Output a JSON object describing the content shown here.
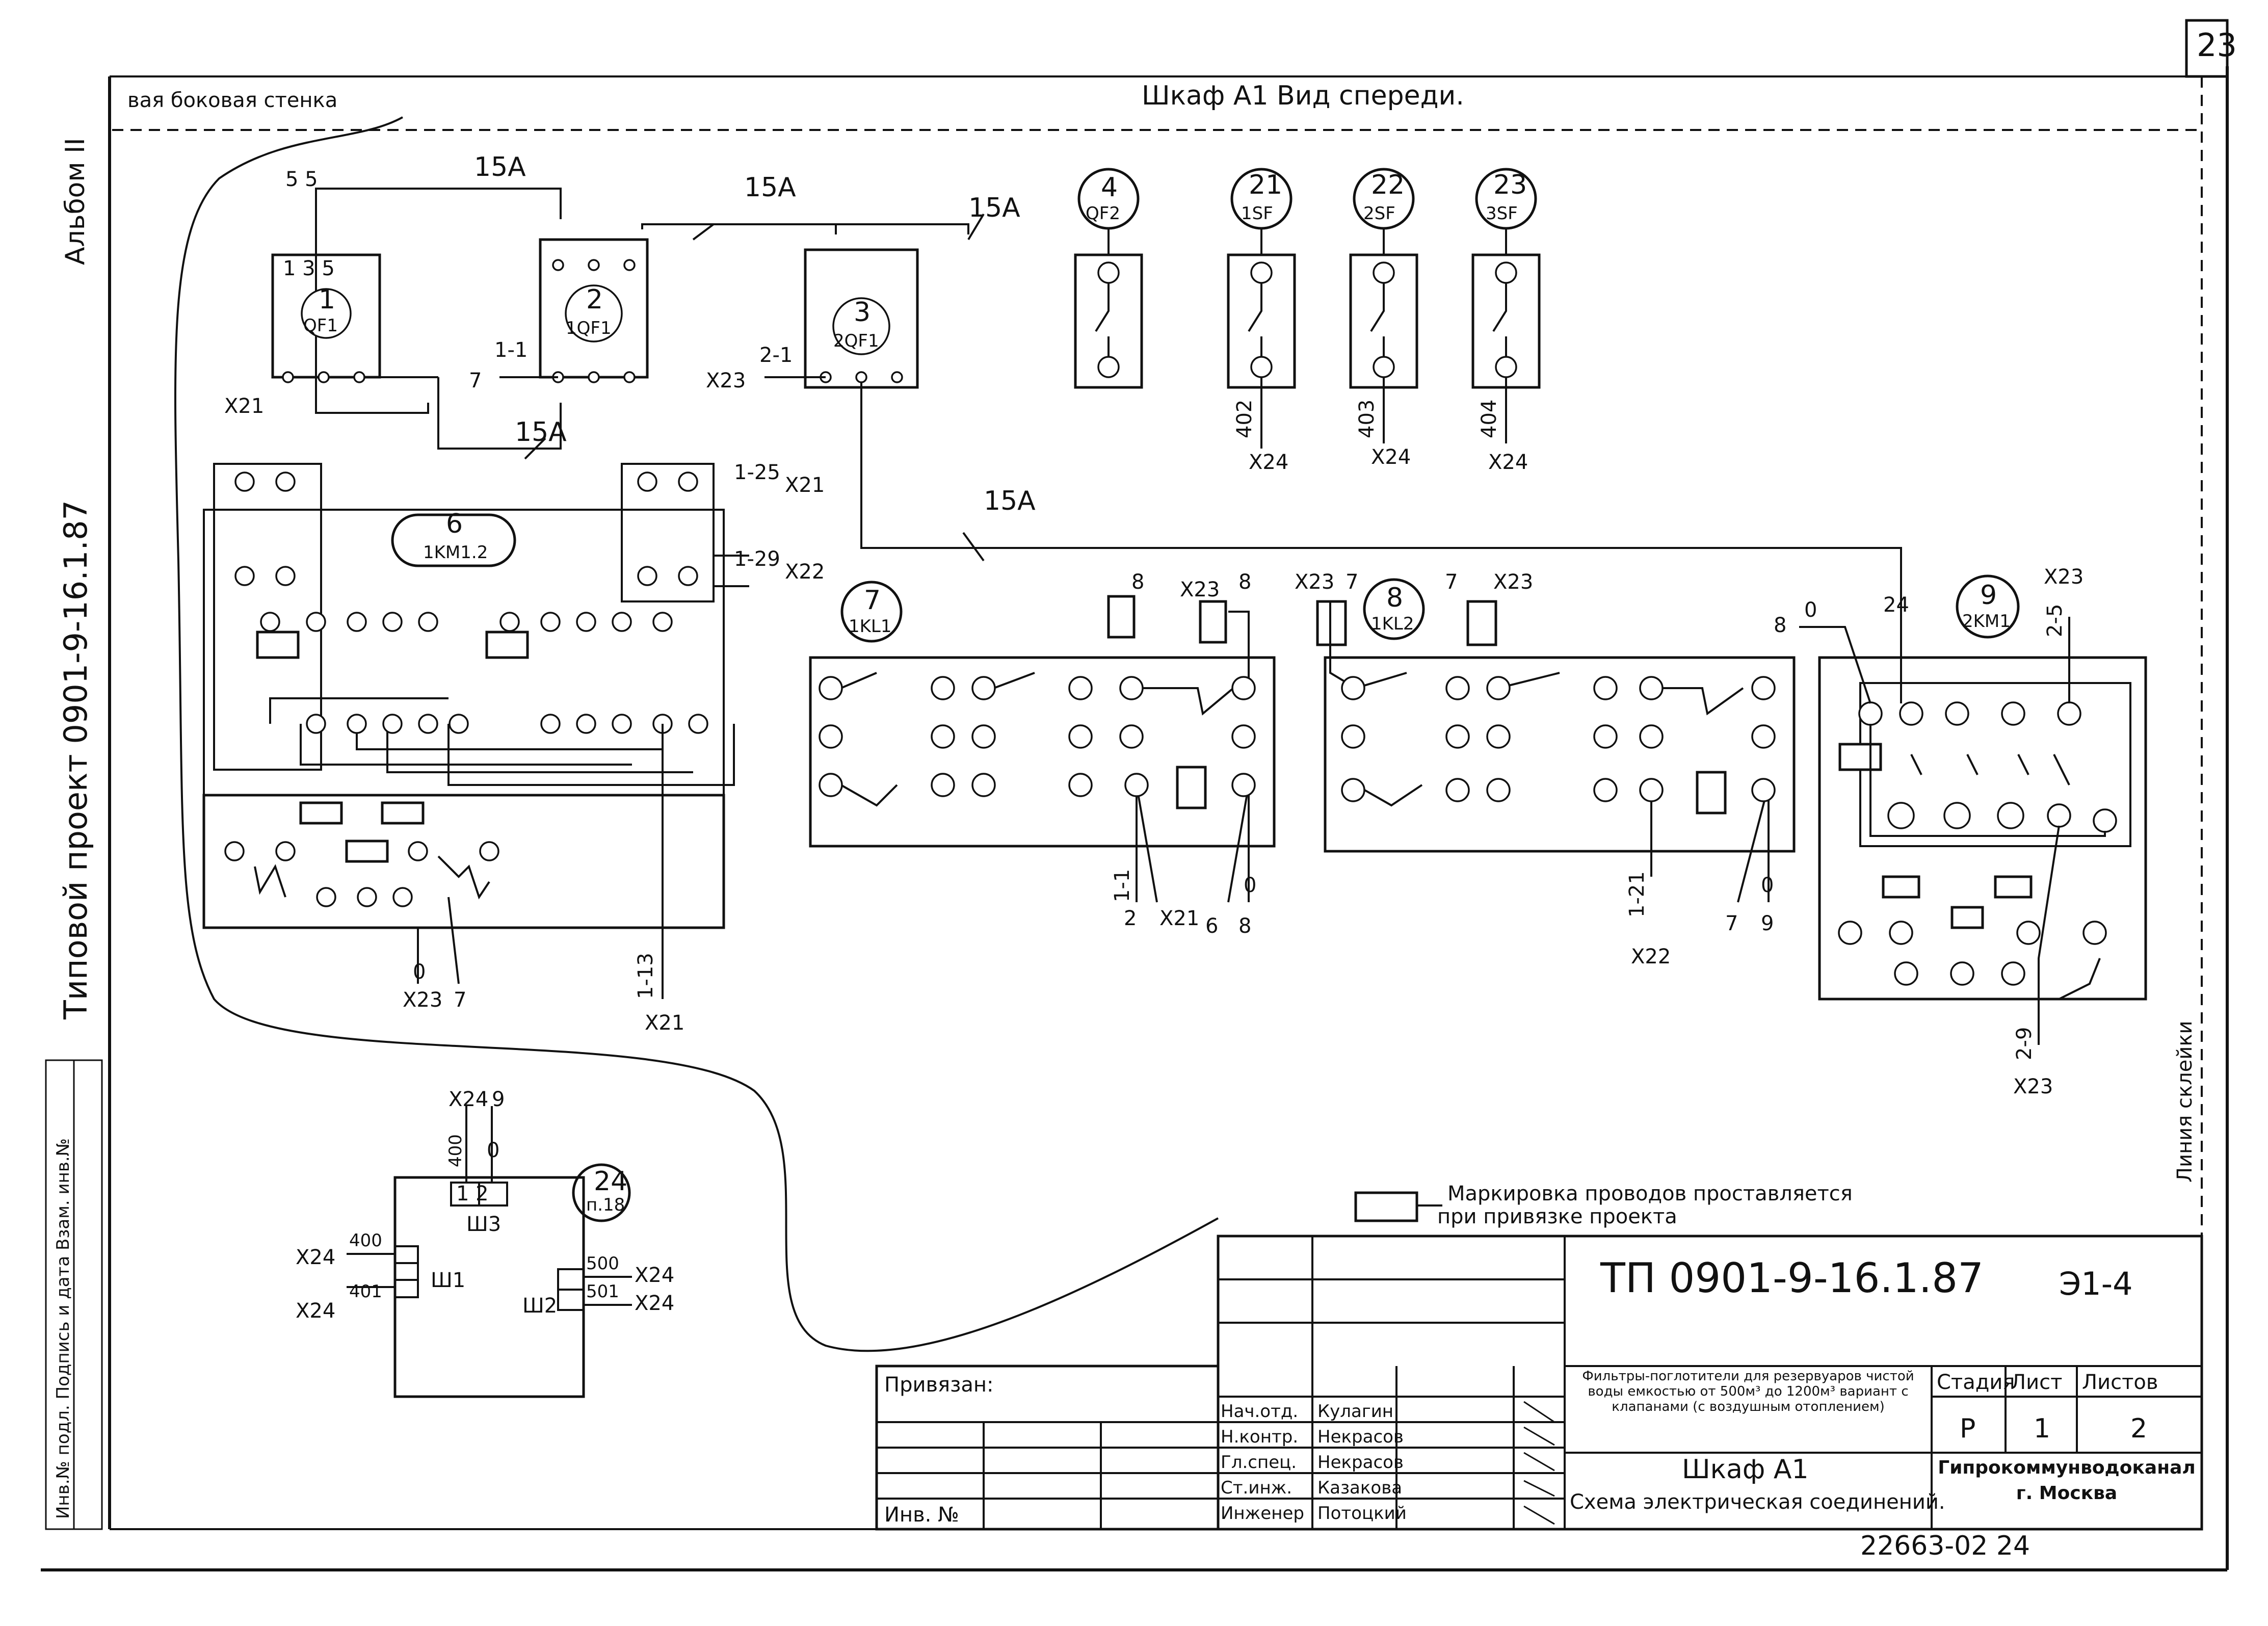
{
  "sheet": {
    "page_number": "23",
    "header_left": "вая  боковая  стенка",
    "header_title": "Шкаф А1  Вид  спереди.",
    "side_album": "Альбом II",
    "side_project": "Типовой  проект 0901-9-16.1.87",
    "side_stamp": "Инв.№ подл. Подпись и дата Взам. инв.№",
    "glue_line": "Линия  склейки",
    "note_line1": "Маркировка  проводов  проставляется",
    "note_line2": "при привязке  проекта"
  },
  "devices": {
    "qf1": {
      "num": "1",
      "code": "QF1"
    },
    "qf2_1": {
      "num": "2",
      "code": "1QF1"
    },
    "qf3": {
      "num": "3",
      "code": "2QF1"
    },
    "qf4": {
      "num": "4",
      "code": "QF2"
    },
    "sf21": {
      "num": "21",
      "code": "1SF"
    },
    "sf22": {
      "num": "22",
      "code": "2SF"
    },
    "sf23": {
      "num": "23",
      "code": "3SF"
    },
    "km6": {
      "num": "6",
      "code": "1KM1.2"
    },
    "kl7": {
      "num": "7",
      "code": "1KL1"
    },
    "kl8": {
      "num": "8",
      "code": "1KL2"
    },
    "km9": {
      "num": "9",
      "code": "2KM1"
    },
    "x24": {
      "num": "24",
      "code": "п.18"
    }
  },
  "wires": {
    "w15a": "15А",
    "w402": "402",
    "w403": "403",
    "w404": "404",
    "x21": "X21",
    "x22": "X22",
    "x23": "X23",
    "x24": "X24",
    "w1_1": "1-1",
    "w2_1": "2-1",
    "w1_25": "1-25",
    "w1_29": "1-29",
    "w1_13": "1-13",
    "w1_21": "1-21",
    "w2_5": "2-5",
    "w2_9": "2-9",
    "n0": "0",
    "n2": "2",
    "n6": "6",
    "n7": "7",
    "n8": "8",
    "n9": "9",
    "n24": "24",
    "w400": "400",
    "w401": "401",
    "w500": "500",
    "w501": "501"
  },
  "connector": {
    "sh1": "Ш1",
    "sh2": "Ш2",
    "sh3": "Ш3"
  },
  "title_block": {
    "code": "ТП 0901-9-16.1.87",
    "sheet_code": "Э1-4",
    "tied": "Привязан:",
    "inv": "Инв. №",
    "description": "Фильтры-поглотители для резервуаров чистой воды емкостью от 500м³ до 1200м³ вариант с клапанами (с воздушным отоплением)",
    "drawing_title1": "Шкаф А1",
    "drawing_title2": "Схема электрическая соединений.",
    "stage_label": "Стадия",
    "stage": "Р",
    "sheet_label": "Лист",
    "sheet": "1",
    "sheets_label": "Листов",
    "sheets": "2",
    "organization": "Гипрокоммунводоканал г. Москва",
    "archive": "22663-02  24",
    "roles": [
      "Нач.отд.",
      "Н.контр.",
      "Гл.спец.",
      "Ст.инж.",
      "Инженер"
    ],
    "names": [
      "Кулагин",
      "Некрасов",
      "Некрасов",
      "Казакова",
      "Потоцкий"
    ]
  }
}
